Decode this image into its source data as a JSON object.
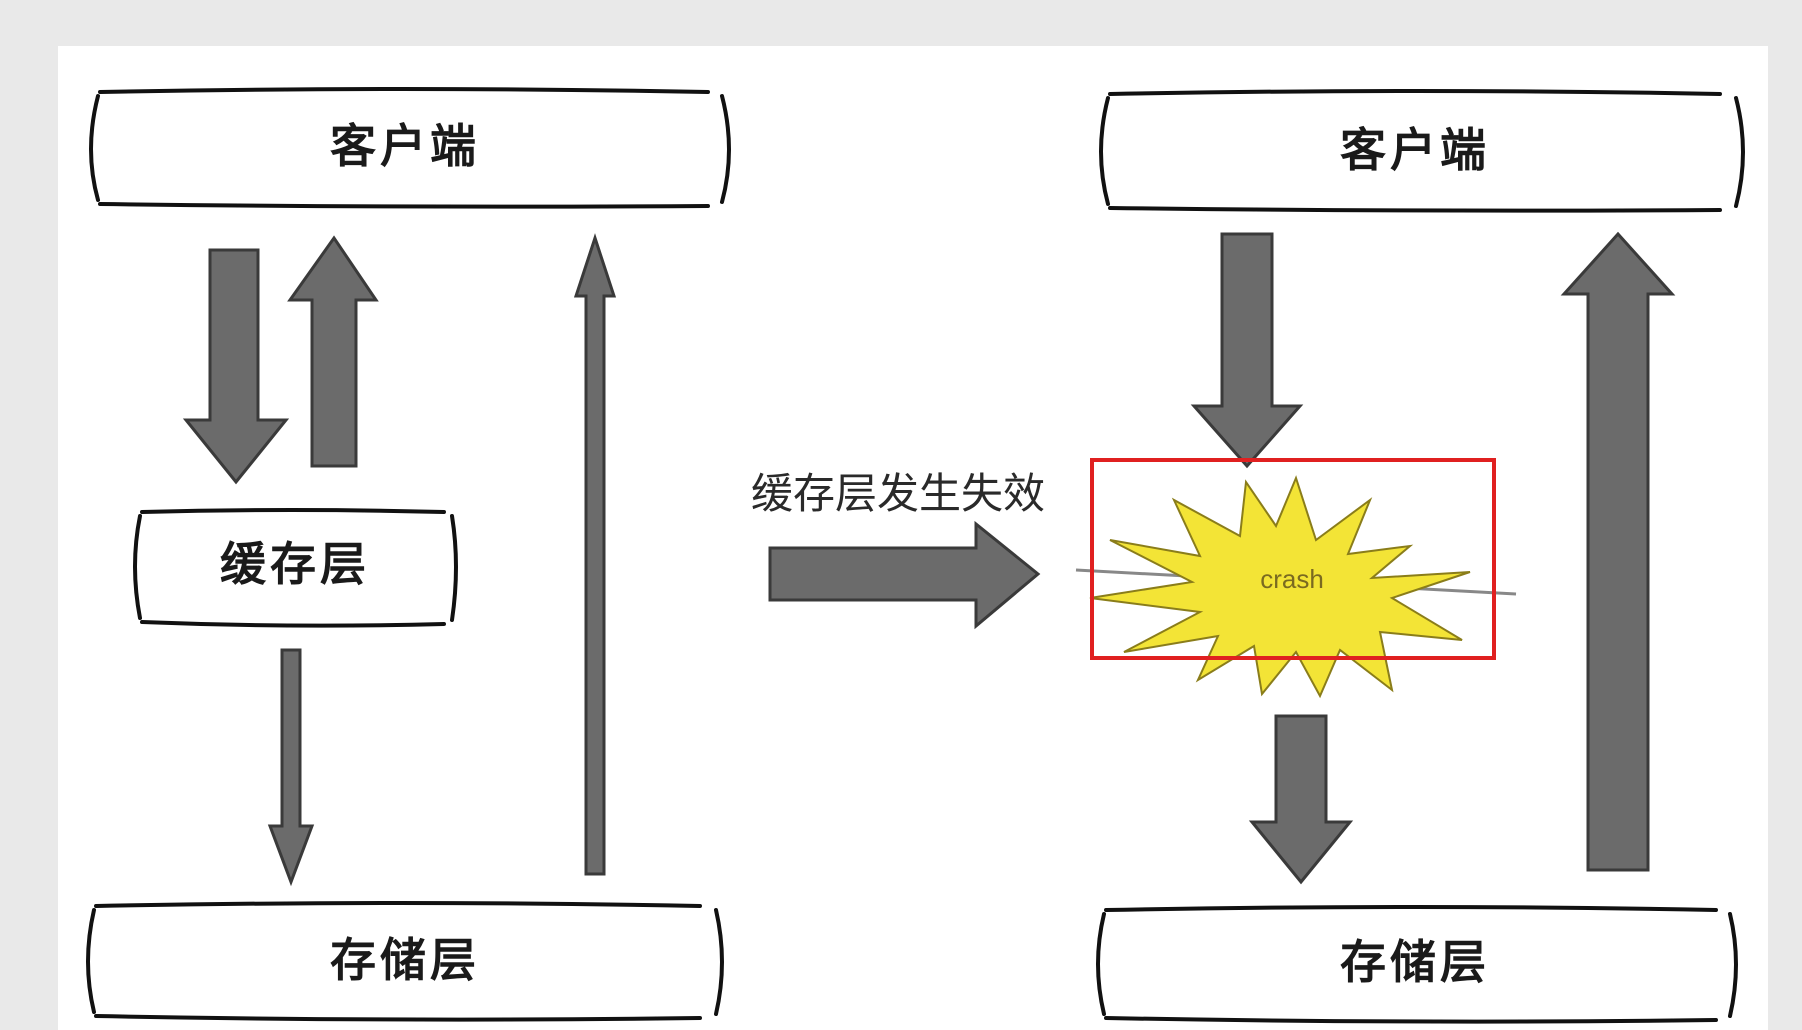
{
  "left_diagram": {
    "client_label": "客户端",
    "cache_label": "缓存层",
    "storage_label": "存储层"
  },
  "transition": {
    "caption": "缓存层发生失效"
  },
  "right_diagram": {
    "client_label": "客户端",
    "crash_label": "crash",
    "storage_label": "存储层"
  },
  "colors": {
    "background": "#e9e9e9",
    "canvas": "#ffffff",
    "arrow_fill": "#6b6b6b",
    "crash_fill": "#f3e436",
    "highlight_box": "#e02020"
  }
}
